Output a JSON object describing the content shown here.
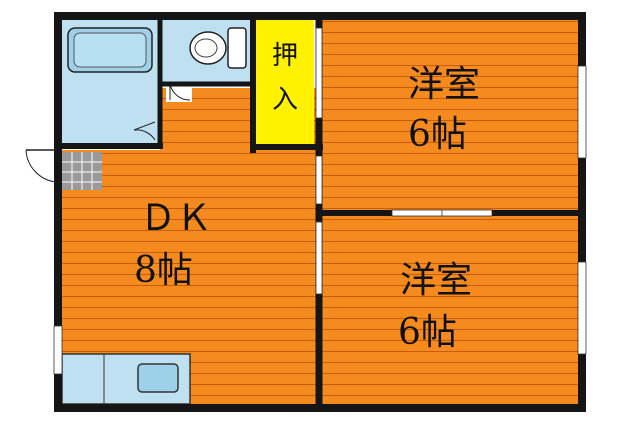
{
  "colors": {
    "floor": "#f58a1e",
    "floor_line": "#c85c00",
    "wall": "#151515",
    "wet_area": "#bfe0f0",
    "fixture": "#9fd0ea",
    "closet": "#fff200",
    "tile": "#9a9a9a"
  },
  "rooms": {
    "dk": {
      "name": "ＤＫ",
      "size": "8帖"
    },
    "western1": {
      "name": "洋室",
      "size": "6帖"
    },
    "western2": {
      "name": "洋室",
      "size": "6帖"
    },
    "closet": {
      "line1": "押",
      "line2": "入"
    }
  },
  "fixtures": {
    "bath": "bathtub-icon",
    "toilet": "toilet-icon",
    "sink": "kitchen-sink-icon"
  }
}
